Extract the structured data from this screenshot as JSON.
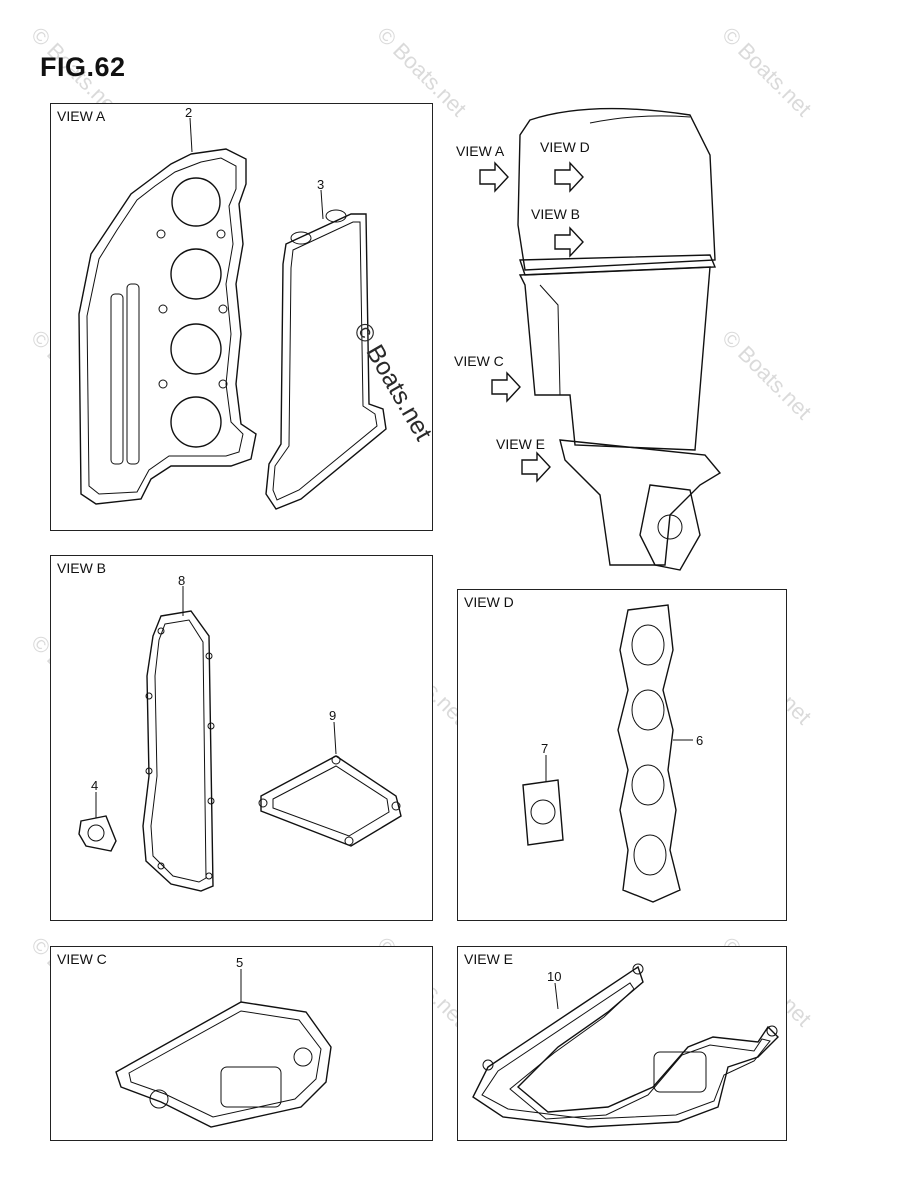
{
  "figure": {
    "title": "FIG.62"
  },
  "watermarks": {
    "corner": "© Boats.net",
    "center": "© Boats.net"
  },
  "views": {
    "a": {
      "label": "VIEW A",
      "parts": [
        "2",
        "3"
      ]
    },
    "b": {
      "label": "VIEW B",
      "parts": [
        "8",
        "4",
        "9"
      ]
    },
    "c": {
      "label": "VIEW C",
      "parts": [
        "5"
      ]
    },
    "d": {
      "label": "VIEW D",
      "parts": [
        "6",
        "7"
      ]
    },
    "e": {
      "label": "VIEW E",
      "parts": [
        "10"
      ]
    }
  },
  "engine_view_labels": [
    "VIEW A",
    "VIEW D",
    "VIEW B",
    "VIEW C",
    "VIEW E"
  ]
}
